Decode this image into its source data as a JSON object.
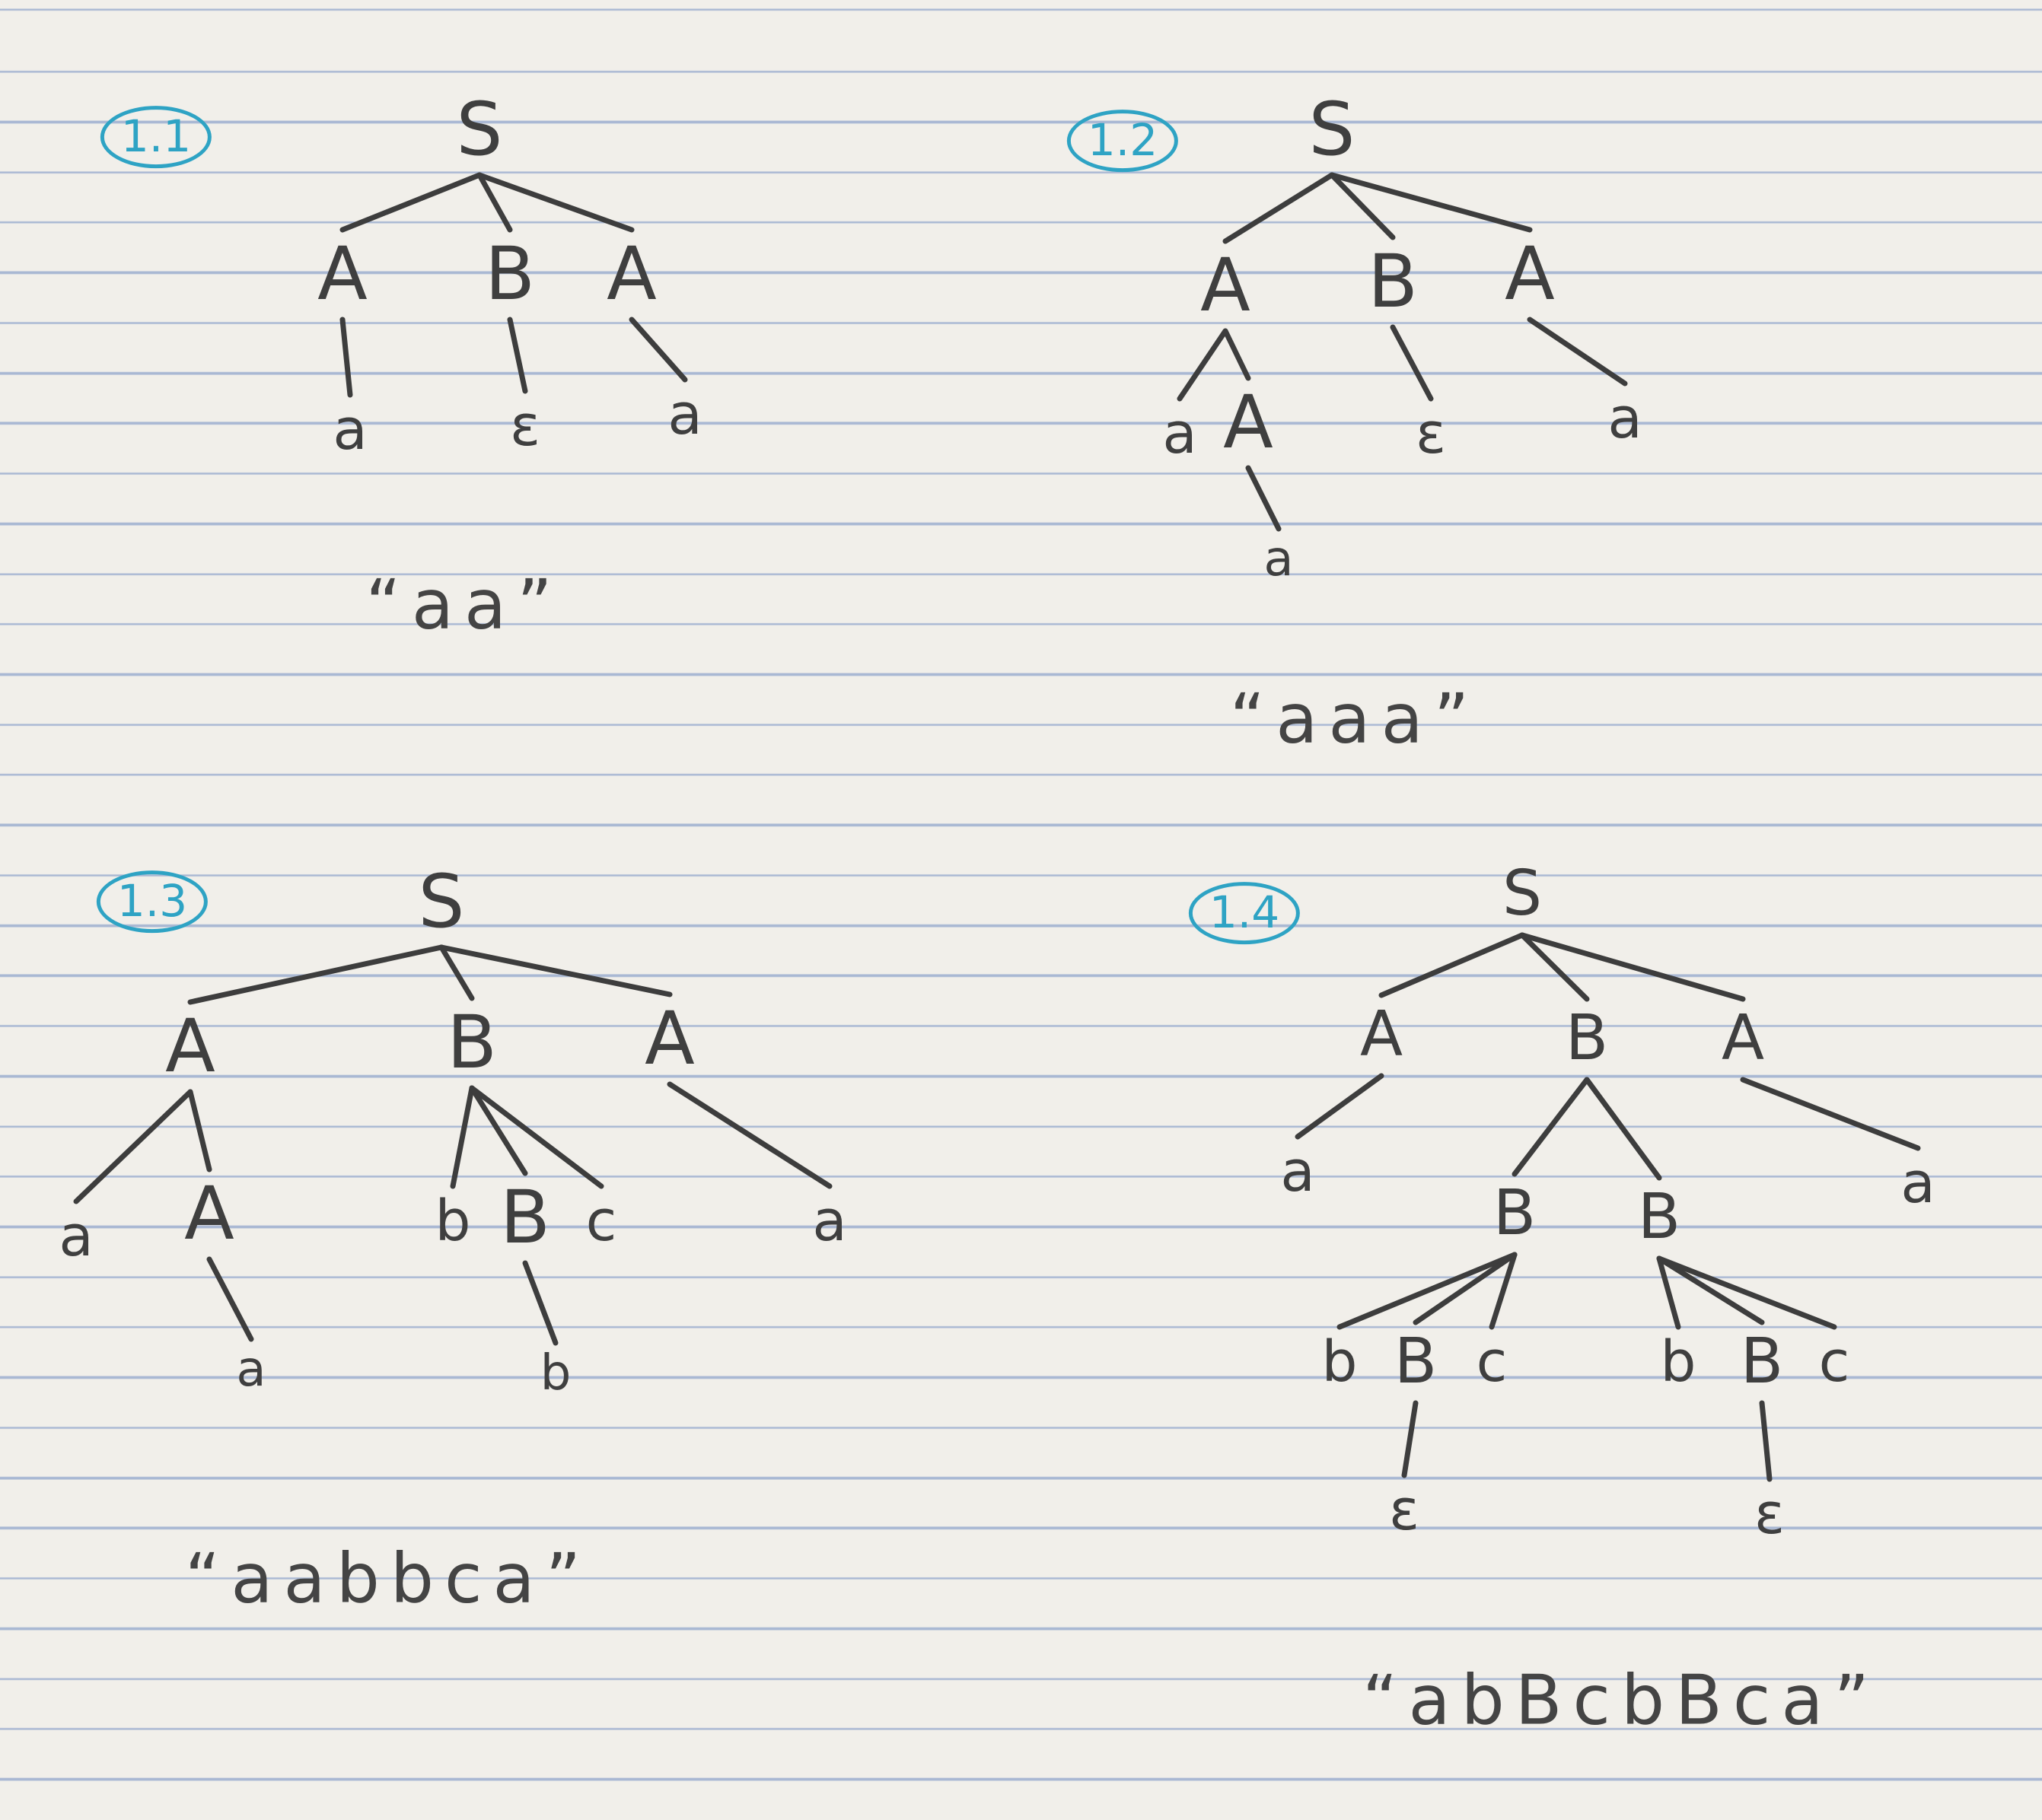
{
  "trees": [
    {
      "id": "t1",
      "badge": "1.1",
      "nodes": [
        {
          "id": "S",
          "label": "S"
        },
        {
          "id": "A1",
          "label": "A"
        },
        {
          "id": "B",
          "label": "B"
        },
        {
          "id": "A2",
          "label": "A"
        },
        {
          "id": "a1",
          "label": "a"
        },
        {
          "id": "e",
          "label": "ε"
        },
        {
          "id": "a2",
          "label": "a"
        }
      ],
      "edges": [
        [
          "S",
          "A1"
        ],
        [
          "S",
          "B"
        ],
        [
          "S",
          "A2"
        ],
        [
          "A1",
          "a1"
        ],
        [
          "B",
          "e"
        ],
        [
          "A2",
          "a2"
        ]
      ],
      "result": "“aa”"
    },
    {
      "id": "t2",
      "badge": "1.2",
      "nodes": [
        {
          "id": "S",
          "label": "S"
        },
        {
          "id": "A1",
          "label": "A"
        },
        {
          "id": "B",
          "label": "B"
        },
        {
          "id": "A2",
          "label": "A"
        },
        {
          "id": "a1",
          "label": "a"
        },
        {
          "id": "A3",
          "label": "A"
        },
        {
          "id": "e",
          "label": "ε"
        },
        {
          "id": "a2",
          "label": "a"
        },
        {
          "id": "a3",
          "label": "a"
        }
      ],
      "edges": [
        [
          "S",
          "A1"
        ],
        [
          "S",
          "B"
        ],
        [
          "S",
          "A2"
        ],
        [
          "A1",
          "a1"
        ],
        [
          "A1",
          "A3"
        ],
        [
          "B",
          "e"
        ],
        [
          "A2",
          "a2"
        ],
        [
          "A3",
          "a3"
        ]
      ],
      "result": "“aaa”"
    },
    {
      "id": "t3",
      "badge": "1.3",
      "nodes": [
        {
          "id": "S",
          "label": "S"
        },
        {
          "id": "A1",
          "label": "A"
        },
        {
          "id": "B",
          "label": "B"
        },
        {
          "id": "A2",
          "label": "A"
        },
        {
          "id": "a1",
          "label": "a"
        },
        {
          "id": "A3",
          "label": "A"
        },
        {
          "id": "a3",
          "label": "a"
        },
        {
          "id": "b1",
          "label": "b"
        },
        {
          "id": "B2",
          "label": "B"
        },
        {
          "id": "c1",
          "label": "c"
        },
        {
          "id": "b2",
          "label": "b"
        },
        {
          "id": "a2",
          "label": "a"
        }
      ],
      "edges": [
        [
          "S",
          "A1"
        ],
        [
          "S",
          "B"
        ],
        [
          "S",
          "A2"
        ],
        [
          "A1",
          "a1"
        ],
        [
          "A1",
          "A3"
        ],
        [
          "A3",
          "a3"
        ],
        [
          "B",
          "b1"
        ],
        [
          "B",
          "B2"
        ],
        [
          "B",
          "c1"
        ],
        [
          "B2",
          "b2"
        ],
        [
          "A2",
          "a2"
        ]
      ],
      "result": "“aabbca”"
    },
    {
      "id": "t4",
      "badge": "1.4",
      "nodes": [
        {
          "id": "S",
          "label": "S"
        },
        {
          "id": "A1",
          "label": "A"
        },
        {
          "id": "B",
          "label": "B"
        },
        {
          "id": "A2",
          "label": "A"
        },
        {
          "id": "a1",
          "label": "a"
        },
        {
          "id": "a2",
          "label": "a"
        },
        {
          "id": "BL",
          "label": "B"
        },
        {
          "id": "BR",
          "label": "B"
        },
        {
          "id": "bL",
          "label": "b"
        },
        {
          "id": "BLL",
          "label": "B"
        },
        {
          "id": "cL",
          "label": "c"
        },
        {
          "id": "bR",
          "label": "b"
        },
        {
          "id": "BRR",
          "label": "B"
        },
        {
          "id": "cR",
          "label": "c"
        },
        {
          "id": "eL",
          "label": "ε"
        },
        {
          "id": "eR",
          "label": "ε"
        }
      ],
      "edges": [
        [
          "S",
          "A1"
        ],
        [
          "S",
          "B"
        ],
        [
          "S",
          "A2"
        ],
        [
          "A1",
          "a1"
        ],
        [
          "A2",
          "a2"
        ],
        [
          "B",
          "BL"
        ],
        [
          "B",
          "BR"
        ],
        [
          "BL",
          "bL"
        ],
        [
          "BL",
          "BLL"
        ],
        [
          "BL",
          "cL"
        ],
        [
          "BR",
          "bR"
        ],
        [
          "BR",
          "BRR"
        ],
        [
          "BR",
          "cR"
        ],
        [
          "BLL",
          "eL"
        ],
        [
          "BRR",
          "eR"
        ]
      ],
      "result": "“abBcbBca”"
    }
  ]
}
